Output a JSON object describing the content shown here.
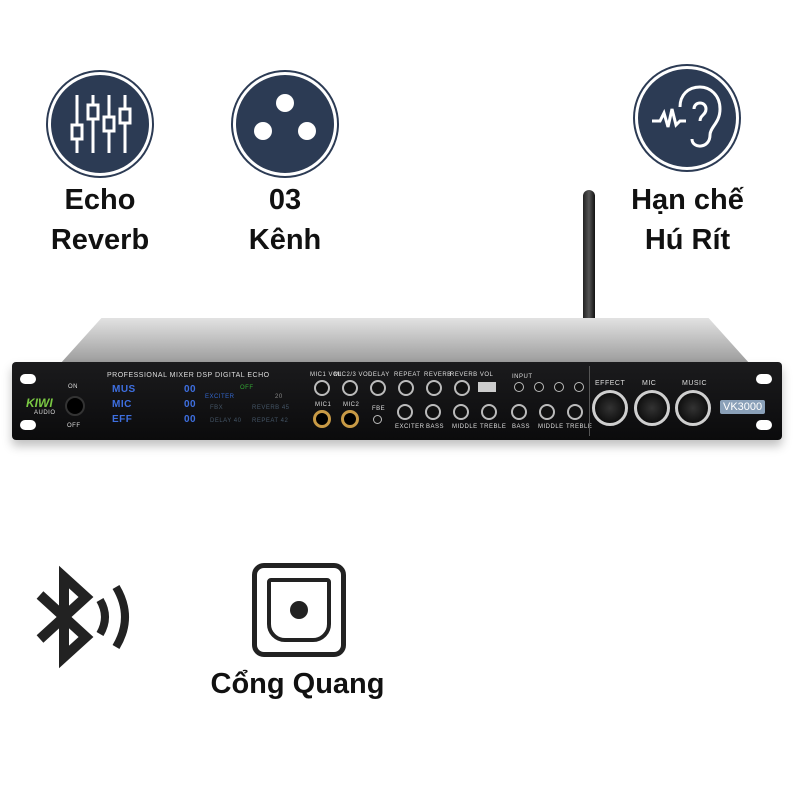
{
  "features": {
    "echo": {
      "line1": "Echo",
      "line2": "Reverb",
      "icon": "equalizer-sliders-icon"
    },
    "channels": {
      "line1": "03",
      "line2": "Kênh",
      "icon": "xlr-connector-icon"
    },
    "feedback": {
      "line1": "Hạn chế",
      "line2": "Hú Rít",
      "icon": "ear-sound-icon"
    },
    "bluetooth": {
      "icon": "bluetooth-icon"
    },
    "optical": {
      "label": "Cổng Quang",
      "icon": "optical-port-icon"
    }
  },
  "device": {
    "brand": "KIWI",
    "brand_sub": "AUDIO",
    "model": "VK3000",
    "headline": "PROFESSIONAL MIXER DSP DIGITAL ECHO",
    "power_on": "ON",
    "power_off": "OFF",
    "display": {
      "rows": [
        {
          "label": "MUS",
          "value": "00"
        },
        {
          "label": "MIC",
          "value": "00"
        },
        {
          "label": "EFF",
          "value": "00"
        }
      ],
      "fbx": "FBX",
      "reverb": "REVERB 45",
      "delay": "DELAY 40",
      "repeat": "REPEAT 42",
      "exciter": "EXCITER",
      "off": "OFF",
      "num": "20"
    },
    "knobs_top": [
      "MIC1 VOL",
      "MIC2/3 VOL",
      "DELAY",
      "REPEAT",
      "REVERB",
      "REVERB VOL"
    ],
    "knobs_bottom": [
      "EXCITER",
      "BASS",
      "MIDDLE",
      "TREBLE",
      "BASS",
      "MIDDLE",
      "TREBLE"
    ],
    "jacks": [
      "MIC1",
      "MIC2"
    ],
    "fbe": "FBE",
    "input": "INPUT",
    "main_knobs": [
      "EFFECT",
      "MIC",
      "MUSIC"
    ],
    "colors": {
      "icon_bg": "#2c3b54",
      "display": "#3e6fe0",
      "panel": "#111111"
    }
  }
}
